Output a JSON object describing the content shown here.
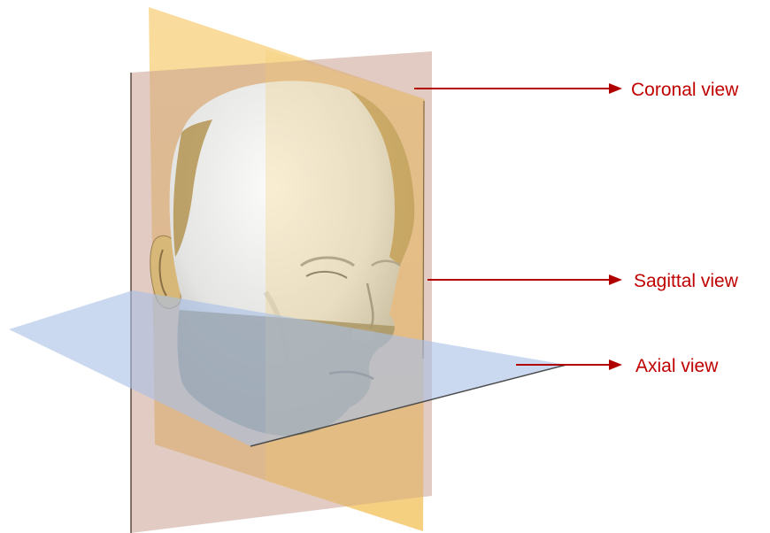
{
  "colors": {
    "label_text": "#c00000",
    "arrow": "#b00000",
    "coronal_plane": "#f5c86a",
    "sagittal_plane": "#c9a090",
    "axial_plane": "#a9c0e6",
    "head_skin": "#e6e6e4",
    "head_shadow": "#8a8060"
  },
  "labels": {
    "coronal": "Coronal view",
    "sagittal": "Sagittal view",
    "axial": "Axial view"
  }
}
